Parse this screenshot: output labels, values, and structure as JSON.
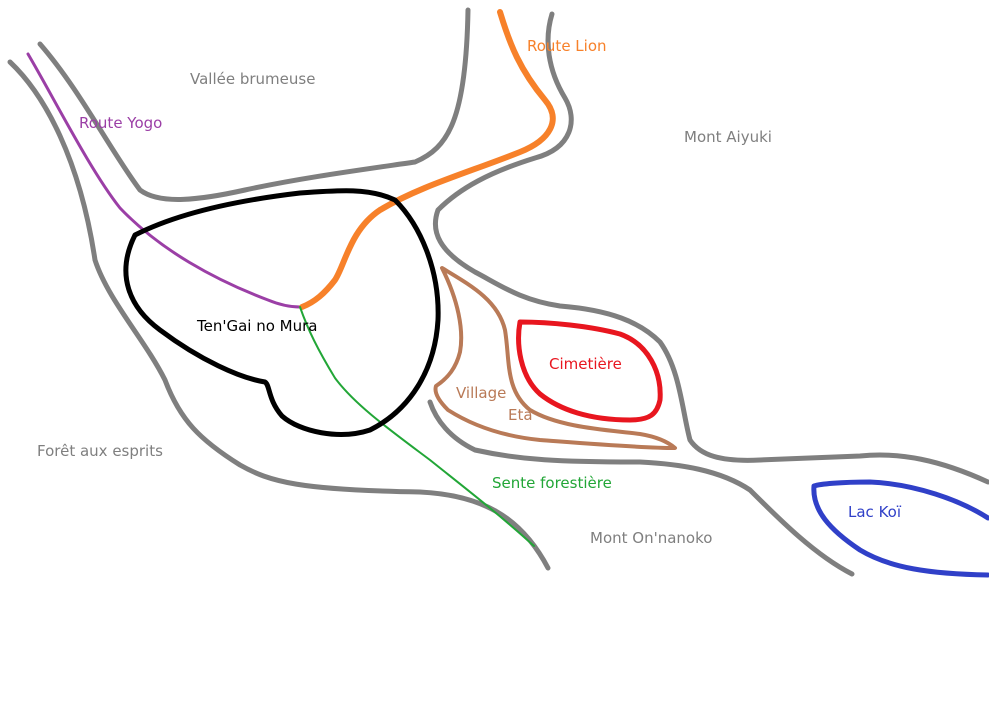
{
  "colors": {
    "terrain": "#7f7f7f",
    "village_outline": "#000000",
    "route_yogo": "#9b3fa6",
    "route_lion": "#f7812a",
    "sente": "#22a637",
    "eta": "#b97a57",
    "cimetiere": "#e8161f",
    "lac": "#3040c8"
  },
  "labels": {
    "vallee": "Vallée brumeuse",
    "route_yogo": "Route Yogo",
    "route_lion": "Route Lion",
    "mont_aiyuki": "Mont Aiyuki",
    "village": "Ten'Gai no Mura",
    "cimetiere": "Cimetière",
    "village_eta_1": "Village",
    "village_eta_2": "Eta",
    "foret": "Forêt aux esprits",
    "sente": "Sente forestière",
    "mont_onnanoko": "Mont On'nanoko",
    "lac": "Lac Koï"
  }
}
